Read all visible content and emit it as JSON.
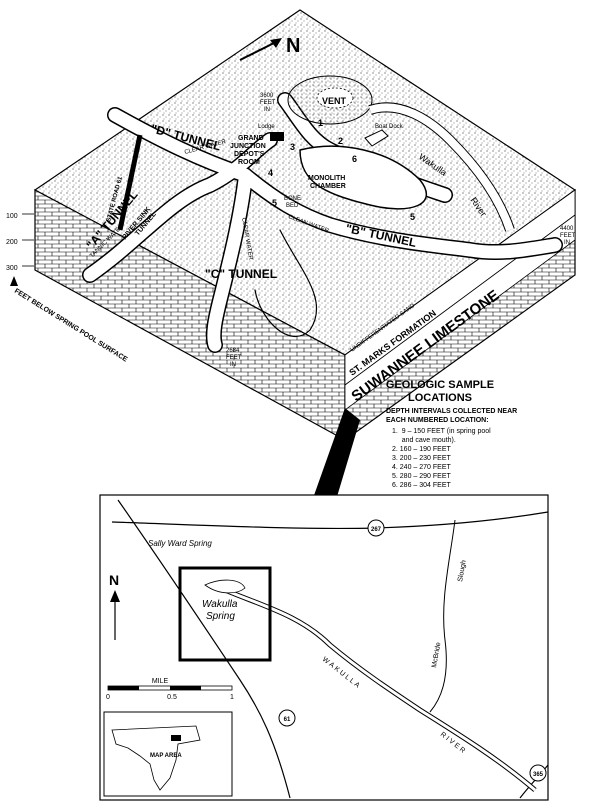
{
  "block_diagram": {
    "north_arrow": "N",
    "labels": {
      "vent": "VENT",
      "lodge": "Lodge",
      "boat_dock": "Boat Dock",
      "wakulla_river_1": "Wakulla",
      "wakulla_river_2": "River",
      "state_road": "STATE ROAD 61",
      "d_tunnel": "\"D\" TUNNEL",
      "a_tunnel": "\"A\" TUNNEL",
      "b_tunnel": "\"B\" TUNNEL",
      "c_tunnel": "\"C\" TUNNEL",
      "grand_junction_1": "GRAND",
      "grand_junction_2": "JUNCTION",
      "grand_junction_3": "DEPOT'S",
      "grand_junction_4": "ROOM",
      "monolith_1": "MONOLITH",
      "monolith_2": "CHAMBER",
      "bone_bed_1": "BONE",
      "bone_bed_2": "BED",
      "clear_water_d": "CLEAR WATER",
      "clear_water_b": "CLEAN WATER",
      "clear_water_c": "CLEAR WATER",
      "tannic_water": "TANNIC WATER",
      "river_sink_1": "RIVER SINK",
      "river_sink_2": "TUNNEL",
      "feet_3600_1": "3600",
      "feet_3600_2": "FEET",
      "feet_3600_3": "IN",
      "feet_4400_1": "4400",
      "feet_4400_2": "FEET",
      "feet_4400_3": "IN",
      "feet_2684_1": "2684",
      "feet_2684_2": "FEET",
      "feet_2684_3": "IN",
      "st_marks": "ST. MARKS FORMATION",
      "suwannee": "SUWANNEE LIMESTONE",
      "undifferentiated": "UNDIFFERENTIATED SAND",
      "depth_100": "100",
      "depth_200": "200",
      "depth_300": "300",
      "depth_axis": "FEET BELOW SPRING POOL SURFACE"
    },
    "site_numbers": [
      "1",
      "2",
      "3",
      "4",
      "5",
      "5",
      "6"
    ]
  },
  "legend": {
    "title_1": "GEOLOGIC SAMPLE",
    "title_2": "LOCATIONS",
    "subtitle_1": "DEPTH INTERVALS COLLECTED NEAR",
    "subtitle_2": "EACH NUMBERED LOCATION:",
    "items": [
      "1.  9 – 150 FEET (in spring pool",
      "     and cave mouth).",
      "2.  160 – 190 FEET",
      "3.  200 – 230 FEET",
      "4.  240 – 270 FEET",
      "5.  280 – 290 FEET",
      "6.  286 – 304 FEET"
    ]
  },
  "location_map": {
    "sally_ward": "Sally Ward Spring",
    "wakulla_spring_1": "Wakulla",
    "wakulla_spring_2": "Spring",
    "mcbride_1": "McBride",
    "mcbride_2": "Slough",
    "wakulla_river_1": "WAKULLA",
    "wakulla_river_2": "RIVER",
    "road_267": "267",
    "road_61": "61",
    "road_365": "365",
    "north": "N",
    "scale_title": "MILE",
    "scale_0": "0",
    "scale_05": "0.5",
    "scale_1": "1",
    "inset_label": "MAP AREA"
  }
}
